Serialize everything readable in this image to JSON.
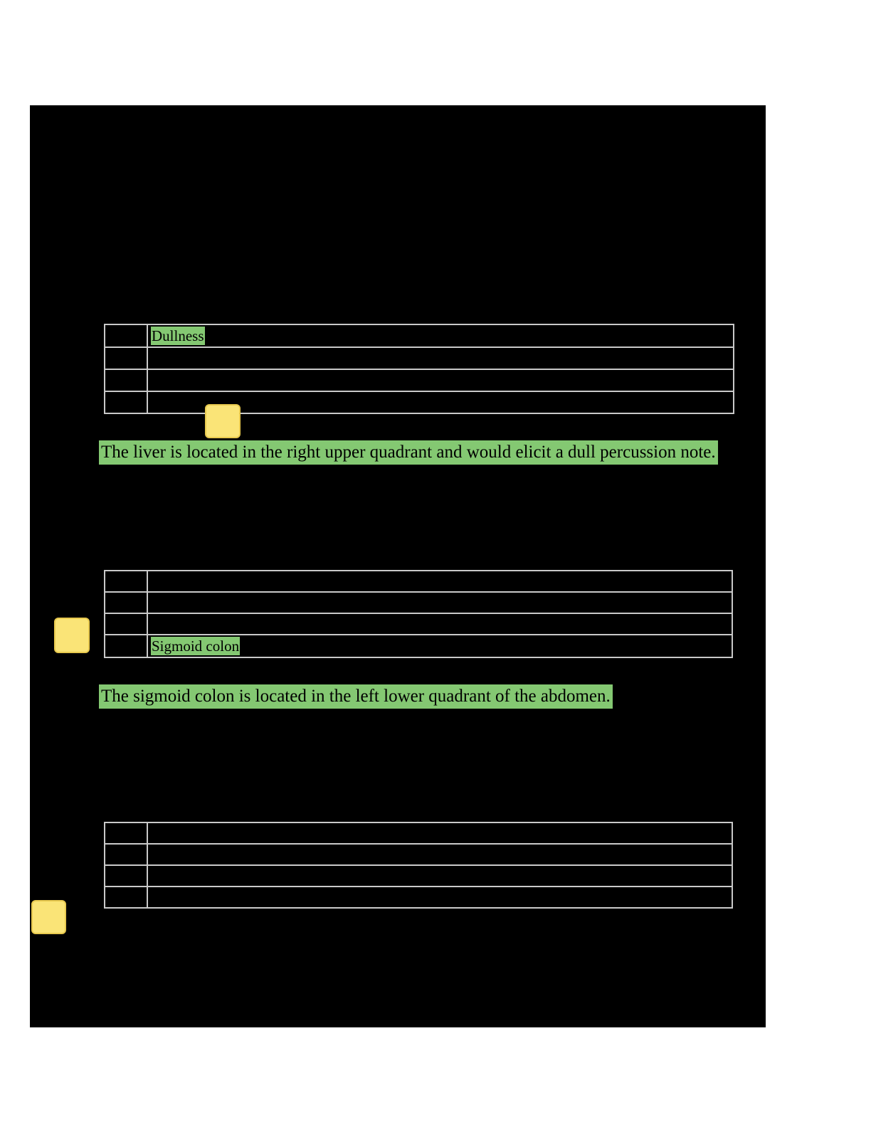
{
  "page": {
    "background_color": "#ffffff",
    "sheet_color": "#000000",
    "highlight_green": "#84c872",
    "marker_yellow": "#fae477",
    "marker_yellow_border": "#e8c94e",
    "table_border_color": "#c9c9c9"
  },
  "tables": [
    {
      "name": "percussion-note-table",
      "columns": [
        "",
        ""
      ],
      "rows": [
        {
          "cells": [
            "",
            "Dullness"
          ],
          "highlight": [
            false,
            true
          ]
        },
        {
          "cells": [
            "",
            ""
          ],
          "highlight": [
            false,
            false
          ]
        },
        {
          "cells": [
            "",
            ""
          ],
          "highlight": [
            false,
            false
          ]
        },
        {
          "cells": [
            "",
            ""
          ],
          "highlight": [
            false,
            false
          ]
        }
      ]
    },
    {
      "name": "quadrant-table",
      "columns": [
        "",
        ""
      ],
      "rows": [
        {
          "cells": [
            "",
            ""
          ],
          "highlight": [
            false,
            false
          ]
        },
        {
          "cells": [
            "",
            ""
          ],
          "highlight": [
            false,
            false
          ]
        },
        {
          "cells": [
            "",
            ""
          ],
          "highlight": [
            false,
            false
          ]
        },
        {
          "cells": [
            "",
            "Sigmoid colon"
          ],
          "highlight": [
            false,
            true
          ]
        }
      ]
    },
    {
      "name": "third-table",
      "columns": [
        "",
        ""
      ],
      "rows": [
        {
          "cells": [
            "",
            ""
          ],
          "highlight": [
            false,
            false
          ]
        },
        {
          "cells": [
            "",
            ""
          ],
          "highlight": [
            false,
            false
          ]
        },
        {
          "cells": [
            "",
            ""
          ],
          "highlight": [
            false,
            false
          ]
        },
        {
          "cells": [
            "",
            ""
          ],
          "highlight": [
            false,
            false
          ]
        }
      ]
    }
  ],
  "explanations": {
    "liver": "The liver is located in the right upper quadrant and would elicit a dull percussion note.",
    "sigmoid": "The sigmoid colon is located in the left lower quadrant of the abdomen."
  },
  "markers": [
    {
      "name": "sticky-marker-one",
      "label": ""
    },
    {
      "name": "sticky-marker-two",
      "label": ""
    },
    {
      "name": "sticky-marker-three",
      "label": ""
    }
  ]
}
